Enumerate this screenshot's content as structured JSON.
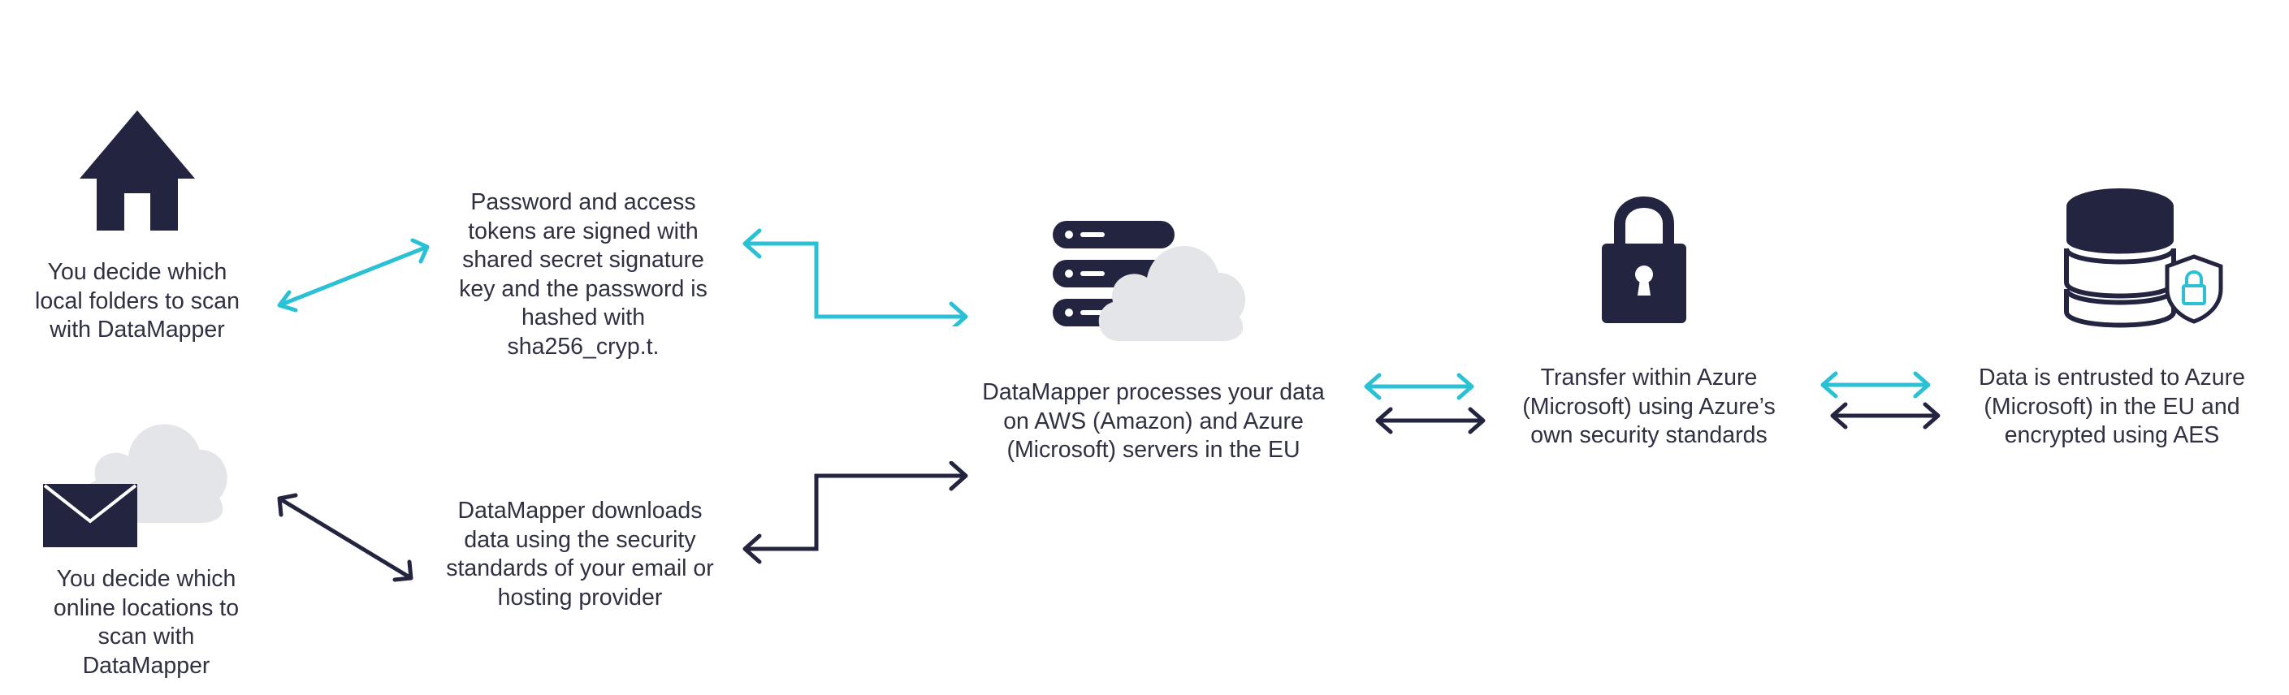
{
  "colors": {
    "navy": "#232540",
    "cyan": "#2bc1d5",
    "cloud": "#e4e5e8"
  },
  "icons": {
    "house": "house-icon",
    "mail": "envelope-icon",
    "cloud": "cloud-icon",
    "servers": "server-stack-icon",
    "lock": "padlock-icon",
    "database": "database-icon",
    "shield": "shield-lock-icon"
  },
  "labels": {
    "local": "You decide which local folders to scan with DataMapper",
    "online": "You decide which online locations to scan with DataMapper",
    "password": "Password and access tokens are signed with shared secret signature key and the password is hashed with sha256_cryp.t.",
    "download": "DataMapper downloads data using the security standards of your email or hosting provider",
    "processing": "DataMapper processes your data on AWS (Amazon) and Azure (Microsoft) servers in the EU",
    "transfer": "Transfer within Azure (Microsoft) using Azure’s own security standards",
    "storage": "Data is entrusted to Azure (Microsoft) in the EU and encrypted using AES"
  }
}
